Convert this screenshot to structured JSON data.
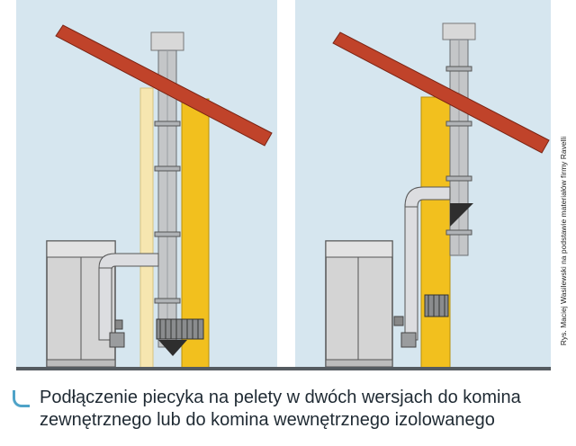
{
  "caption": {
    "line1": "Podłączenie piecyka na pelety w dwóch wersjach do komina",
    "line2": "zewnętrznego lub do komina wewnętrznego izolowanego"
  },
  "credit": "Rys. Maciej Wasilewski na podstawie materiałów firmy Ravelli",
  "colors": {
    "background": "#d6e6ef",
    "roof": "#c0432a",
    "insulation": "#f2c01e",
    "stove": "#d4d4d4",
    "accent": "#4fa3c8"
  }
}
